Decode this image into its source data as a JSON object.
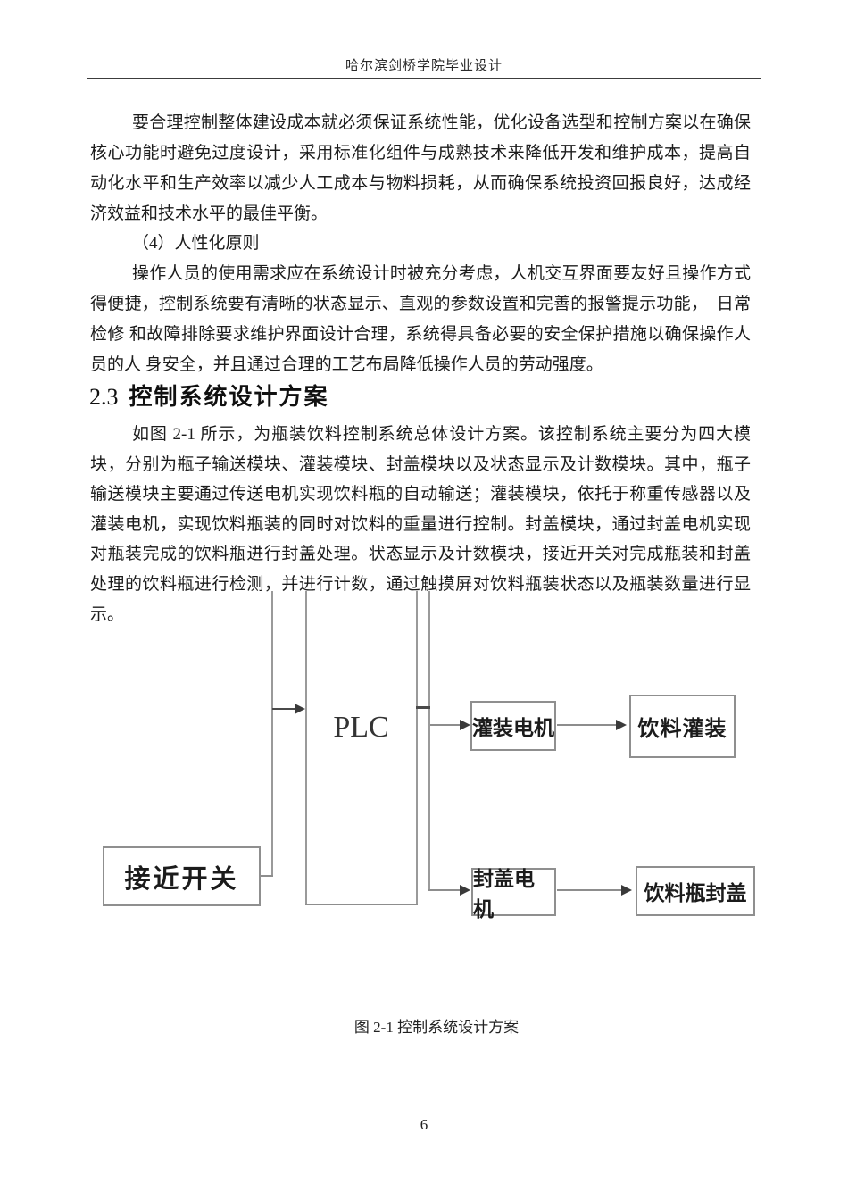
{
  "header": {
    "title": "哈尔滨剑桥学院毕业设计"
  },
  "footer": {
    "page_number": "6"
  },
  "content": {
    "p1": "要合理控制整体建设成本就必须保证系统性能，优化设备选型和控制方案以在确保核心功能时避免过度设计，采用标准化组件与成熟技术来降低开发和维护成本，提高自动化水平和生产效率以减少人工成本与物料损耗，从而确保系统投资回报良好，达成经济效益和技术水平的最佳平衡。",
    "item4": "（4）人性化原则",
    "p2": "操作人员的使用需求应在系统设计时被充分考虑，人机交互界面要友好且操作方式得便捷，控制系统要有清晰的状态显示、直观的参数设置和完善的报警提示功能，　日常检修 和故障排除要求维护界面设计合理，系统得具备必要的安全保护措施以确保操作人员的人 身安全，并且通过合理的工艺布局降低操作人员的劳动强度。",
    "heading_number": "2.3",
    "heading_title": "控制系统设计方案",
    "p3": "如图 2-1 所示，为瓶装饮料控制系统总体设计方案。该控制系统主要分为四大模块，分别为瓶子输送模块、灌装模块、封盖模块以及状态显示及计数模块。其中，瓶子输送模块主要通过传送电机实现饮料瓶的自动输送；灌装模块，依托于称重传感器以及灌装电机，实现饮料瓶装的同时对饮料的重量进行控制。封盖模块，通过封盖电机实现对瓶装完成的饮料瓶进行封盖处理。状态显示及计数模块，接近开关对完成瓶装和封盖处理的饮料瓶进行检测，并进行计数，通过触摸屏对饮料瓶装状态以及瓶装数量进行显示。",
    "figure_caption": "图 2-1  控制系统设计方案"
  },
  "diagram": {
    "plc_label": "PLC",
    "proximity_switch_label": "接近开关",
    "filling_motor_label": "灌装电机",
    "drink_filling_label": "饮料灌装",
    "capping_motor_label": "封盖电机",
    "bottle_capping_label": "饮料瓶封盖"
  },
  "colors": {
    "line_gray": "#9a9a9a",
    "box_border": "#8f8f8f",
    "arrow_dark": "#3a3a3a",
    "text": "#1c1c1c"
  }
}
